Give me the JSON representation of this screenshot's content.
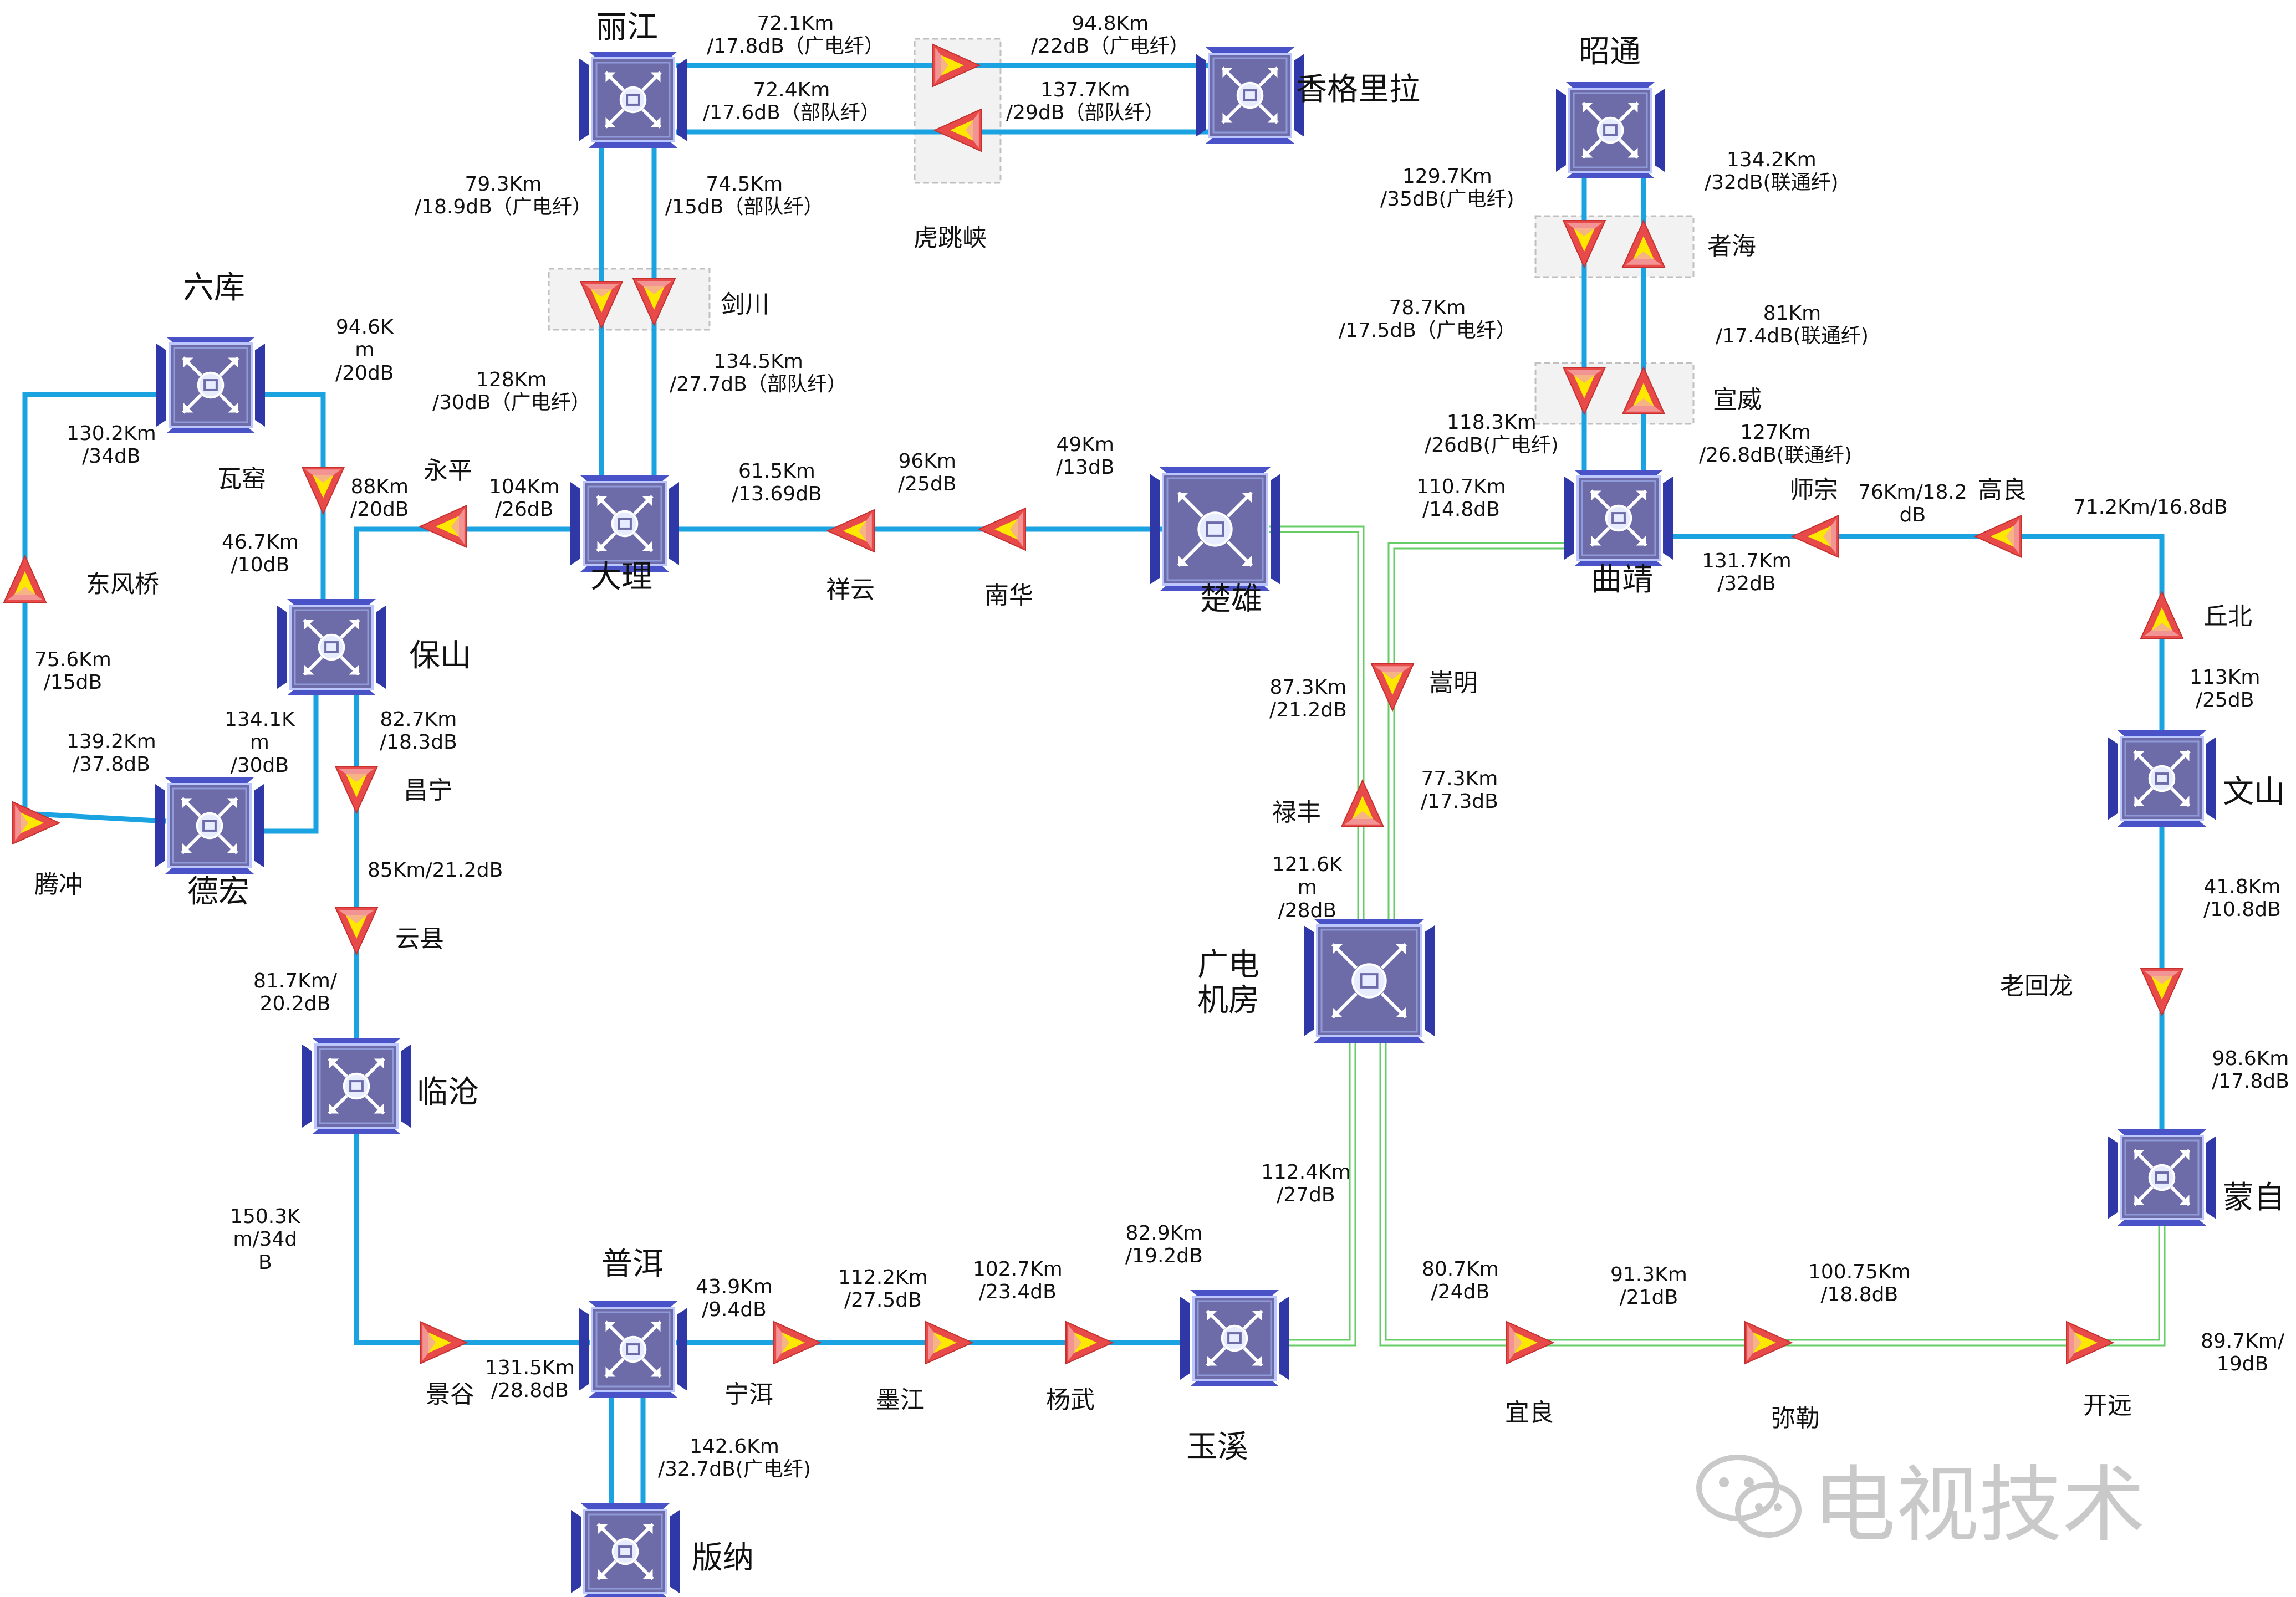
{
  "hubs": [
    {
      "id": "lijiang",
      "name": "丽江",
      "large": false
    },
    {
      "id": "shangri",
      "name": "香格里拉",
      "large": false
    },
    {
      "id": "zhaotong",
      "name": "昭通",
      "large": false
    },
    {
      "id": "liuku",
      "name": "六库",
      "large": false
    },
    {
      "id": "dali",
      "name": "大理",
      "large": false
    },
    {
      "id": "chuxiong",
      "name": "楚雄",
      "large": true
    },
    {
      "id": "qujing",
      "name": "曲靖",
      "large": false
    },
    {
      "id": "baoshan",
      "name": "保山",
      "large": false
    },
    {
      "id": "dehong",
      "name": "德宏",
      "large": false
    },
    {
      "id": "wenshan",
      "name": "文山",
      "large": false
    },
    {
      "id": "center",
      "name": "广电\n机房",
      "large": true
    },
    {
      "id": "lincang",
      "name": "临沧",
      "large": false
    },
    {
      "id": "mengzi",
      "name": "蒙自",
      "large": false
    },
    {
      "id": "puer",
      "name": "普洱",
      "large": false
    },
    {
      "id": "yuxi",
      "name": "玉溪",
      "large": false
    },
    {
      "id": "banna",
      "name": "版纳",
      "large": false
    }
  ],
  "stations": [
    {
      "id": "hutiaoxia",
      "name": "虎跳峡"
    },
    {
      "id": "jianchuan",
      "name": "剑川"
    },
    {
      "id": "zhehai",
      "name": "者海"
    },
    {
      "id": "xuanwei",
      "name": "宣威"
    },
    {
      "id": "wayao",
      "name": "瓦窑"
    },
    {
      "id": "yongping",
      "name": "永平"
    },
    {
      "id": "dongfengqiao",
      "name": "东风桥"
    },
    {
      "id": "tengchong",
      "name": "腾冲"
    },
    {
      "id": "xiangyun",
      "name": "祥云"
    },
    {
      "id": "nanhua",
      "name": "南华"
    },
    {
      "id": "shizong",
      "name": "师宗"
    },
    {
      "id": "gaoliang",
      "name": "高良"
    },
    {
      "id": "qiubei",
      "name": "丘北"
    },
    {
      "id": "songming",
      "name": "嵩明"
    },
    {
      "id": "lufeng",
      "name": "禄丰"
    },
    {
      "id": "changning",
      "name": "昌宁"
    },
    {
      "id": "yunxian",
      "name": "云县"
    },
    {
      "id": "laohuilong",
      "name": "老回龙"
    },
    {
      "id": "jinggu",
      "name": "景谷"
    },
    {
      "id": "ninger",
      "name": "宁洱"
    },
    {
      "id": "mojiang",
      "name": "墨江"
    },
    {
      "id": "yangwu",
      "name": "杨武"
    },
    {
      "id": "yiliang",
      "name": "宜良"
    },
    {
      "id": "mile",
      "name": "弥勒"
    },
    {
      "id": "kaiyuan",
      "name": "开远"
    }
  ],
  "segments": [
    {
      "id": "s01",
      "text": "72.1Km\n/17.8dB（广电纤）"
    },
    {
      "id": "s02",
      "text": "94.8Km\n/22dB（广电纤）"
    },
    {
      "id": "s03",
      "text": "72.4Km\n/17.6dB（部队纤）"
    },
    {
      "id": "s04",
      "text": "137.7Km\n/29dB（部队纤）"
    },
    {
      "id": "s05",
      "text": "79.3Km\n/18.9dB（广电纤）"
    },
    {
      "id": "s06",
      "text": "74.5Km\n/15dB（部队纤）"
    },
    {
      "id": "s07",
      "text": "128Km\n/30dB（广电纤）"
    },
    {
      "id": "s08",
      "text": "134.5Km\n/27.7dB（部队纤）"
    },
    {
      "id": "s09",
      "text": "129.7Km\n/35dB(广电纤)"
    },
    {
      "id": "s10",
      "text": "134.2Km\n/32dB(联通纤)"
    },
    {
      "id": "s11",
      "text": "78.7Km\n/17.5dB（广电纤）"
    },
    {
      "id": "s12",
      "text": "81Km\n/17.4dB(联通纤)"
    },
    {
      "id": "s13",
      "text": "118.3Km\n/26dB(广电纤)"
    },
    {
      "id": "s14",
      "text": "127Km\n/26.8dB(联通纤)"
    },
    {
      "id": "s15",
      "text": "94.6K\nm\n/20dB"
    },
    {
      "id": "s16",
      "text": "130.2Km\n/34dB"
    },
    {
      "id": "s17",
      "text": "88Km\n/20dB"
    },
    {
      "id": "s18",
      "text": "104Km\n/26dB"
    },
    {
      "id": "s19",
      "text": "61.5Km\n/13.69dB"
    },
    {
      "id": "s20",
      "text": "96Km\n/25dB"
    },
    {
      "id": "s21",
      "text": "49Km\n/13dB"
    },
    {
      "id": "s22",
      "text": "110.7Km\n/14.8dB"
    },
    {
      "id": "s23",
      "text": "76Km/18.2\ndB"
    },
    {
      "id": "s24",
      "text": "71.2Km/16.8dB"
    },
    {
      "id": "s25",
      "text": "131.7Km\n/32dB"
    },
    {
      "id": "s26",
      "text": "46.7Km\n/10dB"
    },
    {
      "id": "s27",
      "text": "75.6Km\n/15dB"
    },
    {
      "id": "s28",
      "text": "139.2Km\n/37.8dB"
    },
    {
      "id": "s29",
      "text": "134.1K\nm\n/30dB"
    },
    {
      "id": "s30",
      "text": "82.7Km\n/18.3dB"
    },
    {
      "id": "s31",
      "text": "87.3Km\n/21.2dB"
    },
    {
      "id": "s32",
      "text": "77.3Km\n/17.3dB"
    },
    {
      "id": "s33",
      "text": "113Km\n/25dB"
    },
    {
      "id": "s34",
      "text": "85Km/21.2dB"
    },
    {
      "id": "s35",
      "text": "121.6K\nm\n/28dB"
    },
    {
      "id": "s36",
      "text": "41.8Km\n/10.8dB"
    },
    {
      "id": "s37",
      "text": "81.7Km/\n20.2dB"
    },
    {
      "id": "s38",
      "text": "98.6Km\n/17.8dB"
    },
    {
      "id": "s39",
      "text": "150.3K\nm/34d\nB"
    },
    {
      "id": "s40",
      "text": "112.4Km\n/27dB"
    },
    {
      "id": "s41",
      "text": "43.9Km\n/9.4dB"
    },
    {
      "id": "s42",
      "text": "112.2Km\n/27.5dB"
    },
    {
      "id": "s43",
      "text": "102.7Km\n/23.4dB"
    },
    {
      "id": "s44",
      "text": "82.9Km\n/19.2dB"
    },
    {
      "id": "s45",
      "text": "80.7Km\n/24dB"
    },
    {
      "id": "s46",
      "text": "91.3Km\n/21dB"
    },
    {
      "id": "s47",
      "text": "100.75Km\n/18.8dB"
    },
    {
      "id": "s48",
      "text": "89.7Km/\n19dB"
    },
    {
      "id": "s49",
      "text": "131.5Km\n/28.8dB"
    },
    {
      "id": "s50",
      "text": "142.6Km\n/32.7dB(广电纤)"
    }
  ],
  "watermark": {
    "text": "电视技术"
  },
  "colors": {
    "fiber": "#1aa3e0",
    "fiberGreen": "#66cc66",
    "hubBody": "#6d6ba8",
    "hubFrame": "#3038a8",
    "ampTop": "#f4a6a6",
    "ampYellow": "#ffe800",
    "ampRed": "#e84a4a"
  }
}
